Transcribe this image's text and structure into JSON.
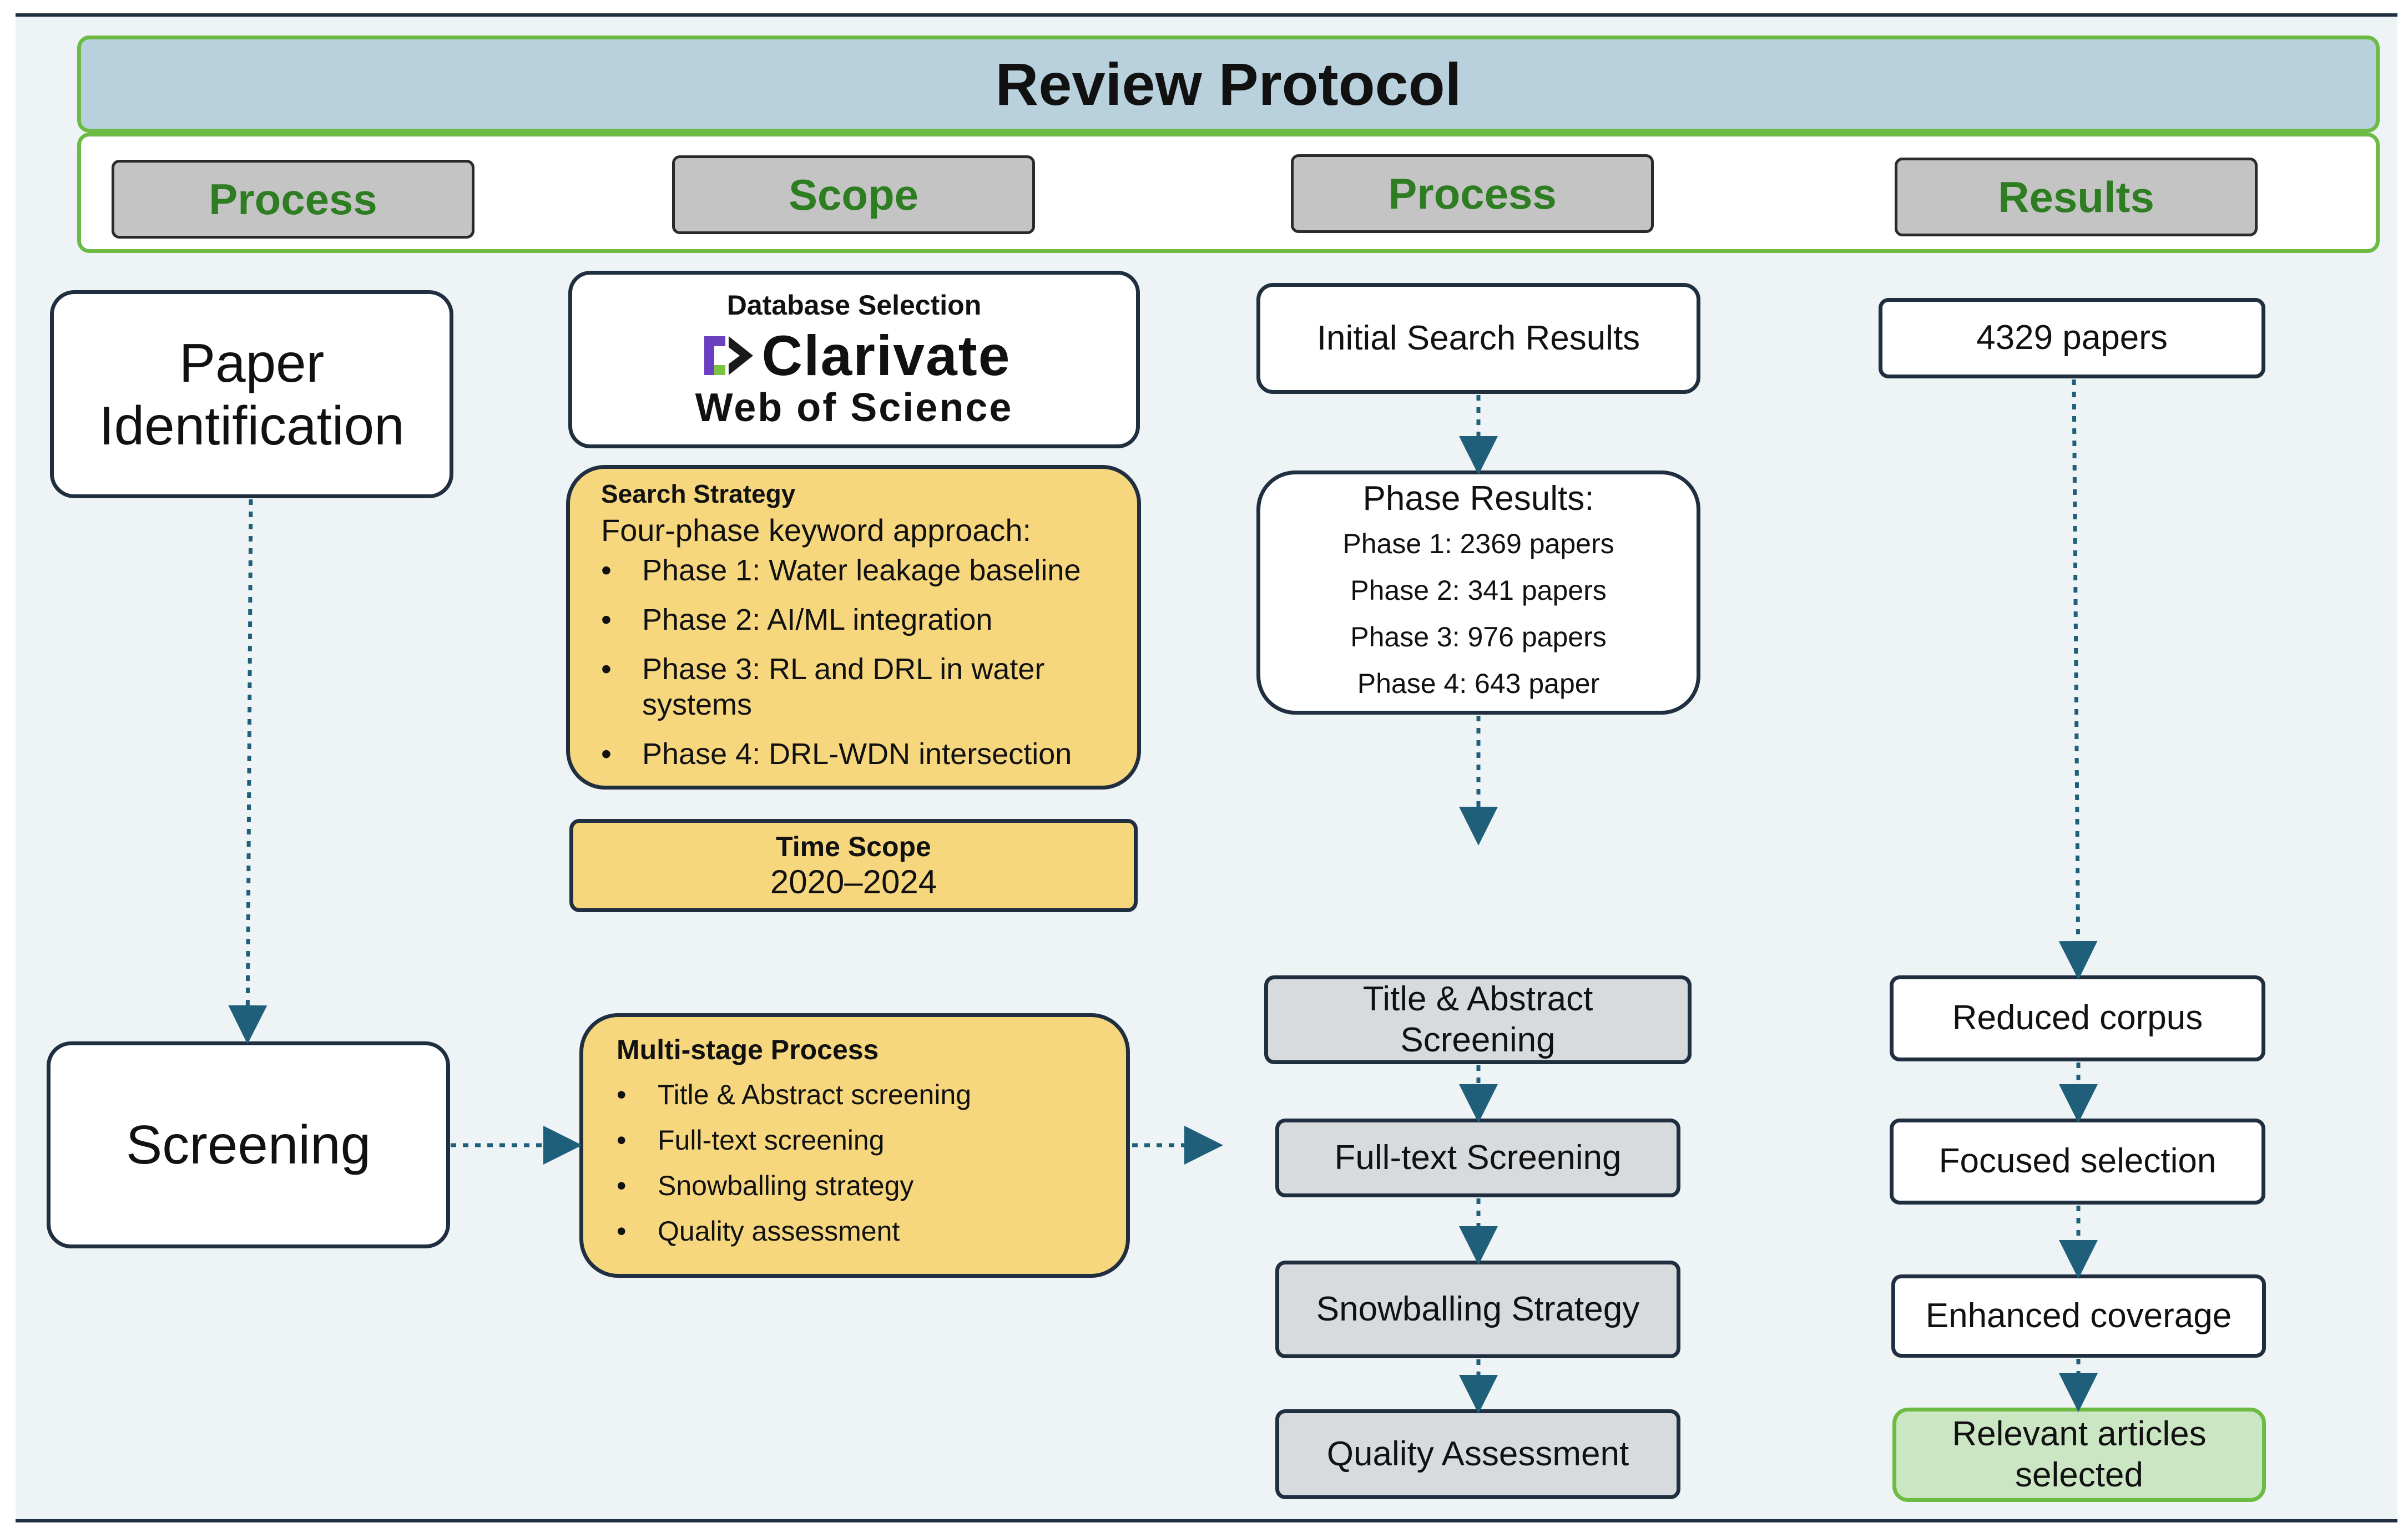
{
  "title": "Review Protocol",
  "headers": [
    "Process",
    "Scope",
    "Process",
    "Results"
  ],
  "process_left": {
    "paper_identification": "Paper\nIdentification",
    "screening": "Screening"
  },
  "scope": {
    "database": {
      "label": "Database Selection",
      "logo_line1": "Clarivate",
      "logo_line2": "Web of Science"
    },
    "search_strategy": {
      "title": "Search Strategy",
      "subtitle": "Four-phase keyword approach:",
      "items": [
        "Phase 1: Water leakage baseline",
        "Phase 2: AI/ML integration",
        "Phase 3: RL and DRL in water systems",
        "Phase 4: DRL-WDN intersection"
      ]
    },
    "time_scope": {
      "title": "Time Scope",
      "value": "2020–2024"
    },
    "multi_stage": {
      "title": "Multi-stage Process",
      "items": [
        "Title & Abstract screening",
        "Full-text screening",
        "Snowballing strategy",
        "Quality assessment"
      ]
    }
  },
  "process_right": {
    "initial_search": "Initial Search Results",
    "phase_results": {
      "title": "Phase Results:",
      "items": [
        "Phase 1: 2369 papers",
        "Phase 2: 341 papers",
        "Phase 3: 976 papers",
        "Phase 4: 643 paper"
      ]
    },
    "steps": [
      "Title & Abstract\nScreening",
      "Full-text Screening",
      "Snowballing Strategy",
      "Quality Assessment"
    ]
  },
  "results": {
    "initial": "4329 papers",
    "items": [
      "Reduced corpus",
      "Focused selection",
      "Enhanced coverage",
      "Relevant articles\nselected"
    ]
  },
  "colors": {
    "accent_green": "#6dbb45",
    "header_text": "#2e7d22",
    "title_bar": "#b9d1dd",
    "panel_yellow": "#f6d77e",
    "step_grey": "#d8dbde",
    "result_green": "#cbe6c2",
    "arrow": "#1f5f7a",
    "logo_purple": "#6a3fc0",
    "logo_green": "#7cc242"
  }
}
